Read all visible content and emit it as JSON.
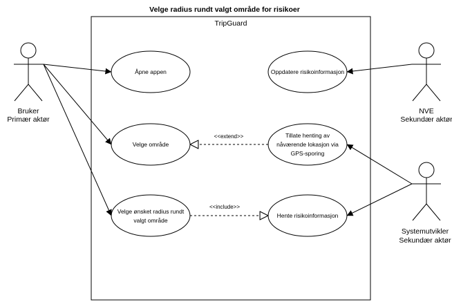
{
  "diagram": {
    "title": "Velge radius rundt valgt område for risikoer",
    "system_name": "TripGuard"
  },
  "actors": {
    "bruker": {
      "name": "Bruker",
      "role": "Primær aktør"
    },
    "nve": {
      "name": "NVE",
      "role": "Sekundær aktør"
    },
    "systemutvikler": {
      "name": "Systemutvikler",
      "role": "Sekundær aktør"
    }
  },
  "use_cases": {
    "apne_appen": {
      "label": "Åpne appen"
    },
    "oppdatere": {
      "label": "Oppdatere risikoinformasjon"
    },
    "velge_omrade": {
      "label": "Velge område"
    },
    "tillate": {
      "line1": "Tillate henting av",
      "line2": "nåværende lokasjon via",
      "line3": "GPS-sporing"
    },
    "velge_radius": {
      "line1": "Velge ønsket radius rundt",
      "line2": "valgt område"
    },
    "hente": {
      "label": "Hente risikoinformasjon"
    }
  },
  "relations": {
    "extend": "<<extend>>",
    "include": "<<include>>"
  }
}
